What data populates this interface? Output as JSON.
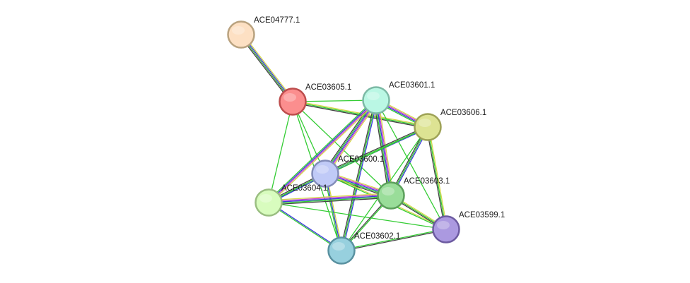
{
  "network": {
    "nodes": [
      {
        "id": "ACE04777.1",
        "label": "ACE04777.1",
        "fill": "#fde0c3",
        "stroke": "#b9a27f"
      },
      {
        "id": "ACE03605.1",
        "label": "ACE03605.1",
        "fill": "#fb8e8e",
        "stroke": "#bd4d4d"
      },
      {
        "id": "ACE03601.1",
        "label": "ACE03601.1",
        "fill": "#baf7e4",
        "stroke": "#7cb9a5"
      },
      {
        "id": "ACE03606.1",
        "label": "ACE03606.1",
        "fill": "#dde393",
        "stroke": "#9ea256"
      },
      {
        "id": "ACE03600.1",
        "label": "ACE03600.1",
        "fill": "#c0caf7",
        "stroke": "#828cb9"
      },
      {
        "id": "ACE03604.1",
        "label": "ACE03604.1",
        "fill": "#d8fcbe",
        "stroke": "#9abe81"
      },
      {
        "id": "ACE03603.1",
        "label": "ACE03603.1",
        "fill": "#99dd99",
        "stroke": "#5b9f5b"
      },
      {
        "id": "ACE03599.1",
        "label": "ACE03599.1",
        "fill": "#ab99e0",
        "stroke": "#6c5aa0"
      },
      {
        "id": "ACE03602.1",
        "label": "ACE03602.1",
        "fill": "#97d0de",
        "stroke": "#5991a0"
      }
    ],
    "edges": [
      {
        "source": "ACE04777.1",
        "target": "ACE03605.1",
        "colors": [
          "#d4d84a",
          "#3b3bd8",
          "#3fa93f",
          "#444444"
        ]
      },
      {
        "source": "ACE03605.1",
        "target": "ACE03601.1",
        "colors": [
          "#33cc33"
        ]
      },
      {
        "source": "ACE03605.1",
        "target": "ACE03606.1",
        "colors": [
          "#d4d84a",
          "#33cc33",
          "#444444"
        ]
      },
      {
        "source": "ACE03605.1",
        "target": "ACE03600.1",
        "colors": [
          "#33cc33"
        ]
      },
      {
        "source": "ACE03605.1",
        "target": "ACE03604.1",
        "colors": [
          "#33cc33"
        ]
      },
      {
        "source": "ACE03605.1",
        "target": "ACE03603.1",
        "colors": [
          "#33cc33"
        ]
      },
      {
        "source": "ACE03605.1",
        "target": "ACE03602.1",
        "colors": [
          "#33cc33"
        ]
      },
      {
        "source": "ACE03601.1",
        "target": "ACE03606.1",
        "colors": [
          "#d4d84a",
          "#c83fd0",
          "#3b3bd8",
          "#33cc33"
        ]
      },
      {
        "source": "ACE03601.1",
        "target": "ACE03600.1",
        "colors": [
          "#d4d84a",
          "#c83fd0",
          "#3b3bd8",
          "#33cc33",
          "#444444"
        ]
      },
      {
        "source": "ACE03601.1",
        "target": "ACE03604.1",
        "colors": [
          "#d4d84a",
          "#c83fd0",
          "#3b3bd8",
          "#33cc33"
        ]
      },
      {
        "source": "ACE03601.1",
        "target": "ACE03603.1",
        "colors": [
          "#d4d84a",
          "#c83fd0",
          "#3b3bd8",
          "#33cc33",
          "#444444"
        ]
      },
      {
        "source": "ACE03601.1",
        "target": "ACE03599.1",
        "colors": [
          "#33cc33"
        ]
      },
      {
        "source": "ACE03601.1",
        "target": "ACE03602.1",
        "colors": [
          "#3b3bd8",
          "#33cc33",
          "#444444"
        ]
      },
      {
        "source": "ACE03606.1",
        "target": "ACE03600.1",
        "colors": [
          "#3b3bd8",
          "#33cc33",
          "#444444"
        ]
      },
      {
        "source": "ACE03606.1",
        "target": "ACE03604.1",
        "colors": [
          "#33cc33"
        ]
      },
      {
        "source": "ACE03606.1",
        "target": "ACE03603.1",
        "colors": [
          "#3b3bd8",
          "#33cc33",
          "#444444"
        ]
      },
      {
        "source": "ACE03606.1",
        "target": "ACE03599.1",
        "colors": [
          "#d4d84a",
          "#33cc33",
          "#444444"
        ]
      },
      {
        "source": "ACE03606.1",
        "target": "ACE03602.1",
        "colors": [
          "#33cc33"
        ]
      },
      {
        "source": "ACE03600.1",
        "target": "ACE03604.1",
        "colors": [
          "#3b3bd8",
          "#33cc33",
          "#444444"
        ]
      },
      {
        "source": "ACE03600.1",
        "target": "ACE03603.1",
        "colors": [
          "#d4d84a",
          "#c83fd0",
          "#3b3bd8",
          "#33cc33",
          "#444444"
        ]
      },
      {
        "source": "ACE03600.1",
        "target": "ACE03599.1",
        "colors": [
          "#d4d84a",
          "#33cc33"
        ]
      },
      {
        "source": "ACE03600.1",
        "target": "ACE03602.1",
        "colors": [
          "#d4d84a",
          "#3b3bd8",
          "#33cc33"
        ]
      },
      {
        "source": "ACE03604.1",
        "target": "ACE03603.1",
        "colors": [
          "#d4d84a",
          "#c83fd0",
          "#3b3bd8",
          "#33cc33",
          "#444444"
        ]
      },
      {
        "source": "ACE03604.1",
        "target": "ACE03599.1",
        "colors": [
          "#33cc33"
        ]
      },
      {
        "source": "ACE03604.1",
        "target": "ACE03602.1",
        "colors": [
          "#3b3bd8",
          "#33cc33"
        ]
      },
      {
        "source": "ACE03603.1",
        "target": "ACE03599.1",
        "colors": [
          "#d4d84a",
          "#33cc33",
          "#444444"
        ]
      },
      {
        "source": "ACE03603.1",
        "target": "ACE03602.1",
        "colors": [
          "#33cc33",
          "#444444"
        ]
      },
      {
        "source": "ACE03602.1",
        "target": "ACE03599.1",
        "colors": [
          "#33cc33",
          "#444444"
        ]
      }
    ]
  }
}
